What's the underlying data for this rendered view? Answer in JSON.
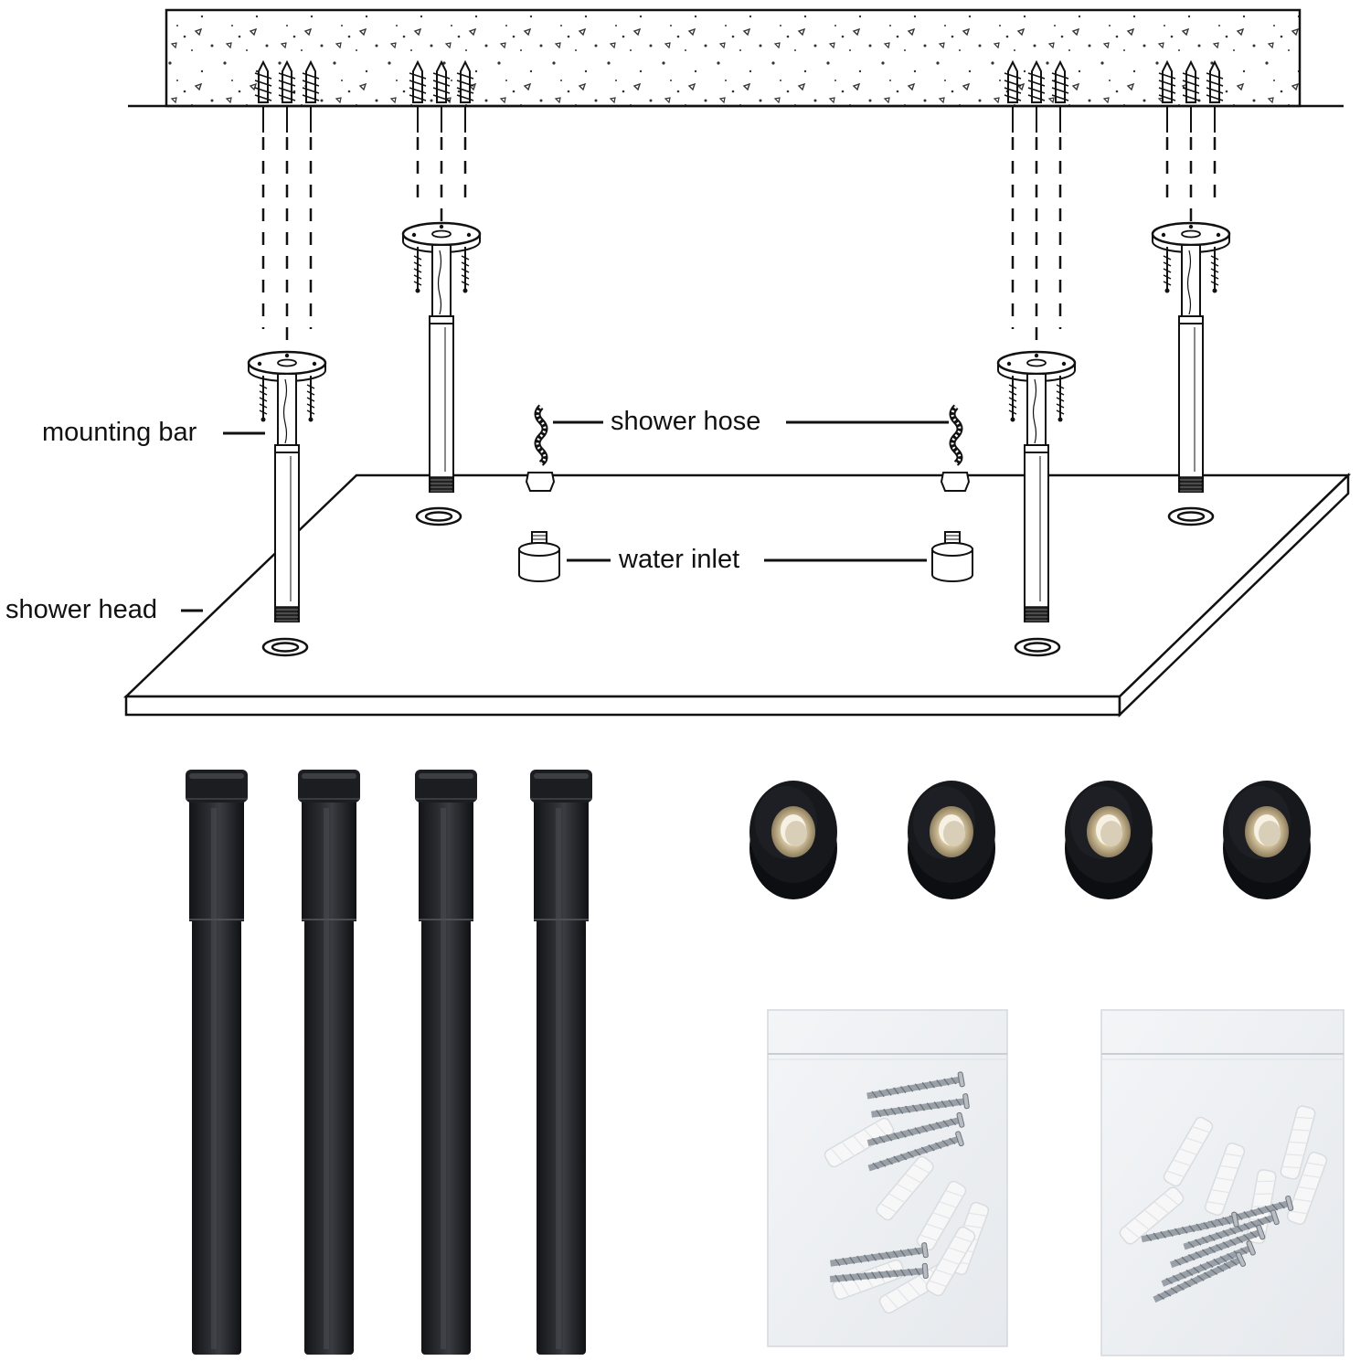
{
  "labels": {
    "mounting_bar": "mounting bar",
    "shower_head": "shower head",
    "shower_hose": "shower hose",
    "water_inlet": "water inlet"
  },
  "colors": {
    "line": "#111111",
    "rod": "#1c1d21",
    "rod_highlight": "#3c3e44",
    "flange": "#17181c",
    "brass": "#c9b894",
    "bag": "#eef1f4",
    "screw": "#9aa0a7",
    "anchor": "#f7f7f7"
  },
  "parts": {
    "extension_rods": 4,
    "wall_flanges": 4,
    "screw_bags": 2
  }
}
